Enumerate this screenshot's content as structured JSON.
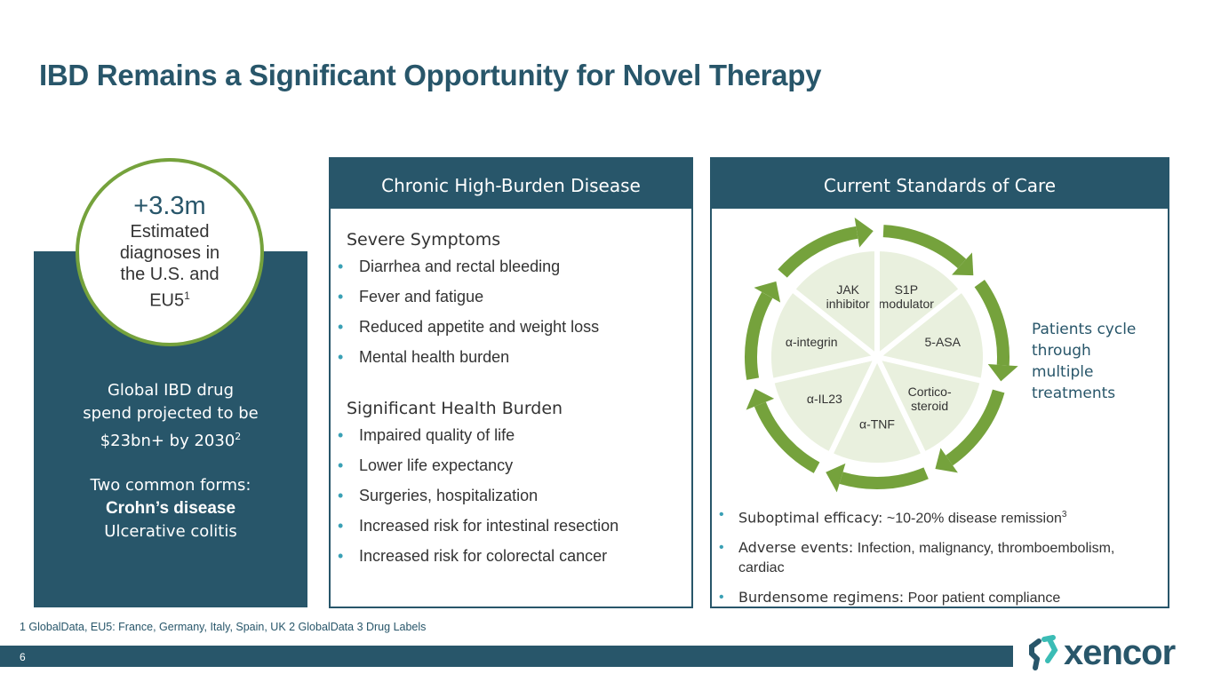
{
  "title": "IBD Remains a Significant Opportunity for Novel Therapy",
  "stat": {
    "value": "+3.3m",
    "lines": [
      "Estimated",
      "diagnoses in",
      "the U.S. and"
    ],
    "last": "EU5",
    "sup": "1"
  },
  "left": {
    "spend": [
      "Global IBD drug",
      "spend projected to be"
    ],
    "spend_last": "$23bn+ by 2030",
    "spend_sup": "2",
    "forms_label": "Two common forms:",
    "form1": "Crohn’s disease",
    "form2": "Ulcerative colitis"
  },
  "middle": {
    "header": "Chronic High-Burden Disease",
    "sections": [
      {
        "title": "Severe Symptoms",
        "items": [
          "Diarrhea and rectal bleeding",
          "Fever and fatigue",
          "Reduced appetite and weight loss",
          "Mental health burden"
        ]
      },
      {
        "title": "Significant Health Burden",
        "items": [
          "Impaired quality of life",
          "Lower life expectancy",
          "Surgeries, hospitalization",
          "Increased risk for intestinal resection",
          "Increased risk for colorectal cancer"
        ]
      }
    ]
  },
  "right": {
    "header": "Current Standards of Care",
    "wheel": [
      [
        "S1P",
        "modulator"
      ],
      [
        "5-ASA"
      ],
      [
        "Cortico-",
        "steroid"
      ],
      [
        "α-TNF"
      ],
      [
        "α-IL23"
      ],
      [
        "α-integrin"
      ],
      [
        "JAK",
        "inhibitor"
      ]
    ],
    "cycle_note": [
      "Patients cycle",
      "through",
      "multiple",
      "treatments"
    ],
    "bullets": [
      {
        "key": "Suboptimal efficacy:",
        "text": " ~10-20% disease remission",
        "sup": "3"
      },
      {
        "key": "Adverse events:",
        "text": " Infection, malignancy, thromboembolism, cardiac"
      },
      {
        "key": "Burdensome regimens:",
        "text": " Poor patient compliance"
      }
    ]
  },
  "footnote": "1 GlobalData, EU5: France, Germany, Italy, Spain, UK  2 GlobalData  3 Drug Labels",
  "page_number": "6",
  "logo_text": "xencor",
  "colors": {
    "teal": "#28566a",
    "green": "#75a23c",
    "light_green": "#e9f0de"
  }
}
